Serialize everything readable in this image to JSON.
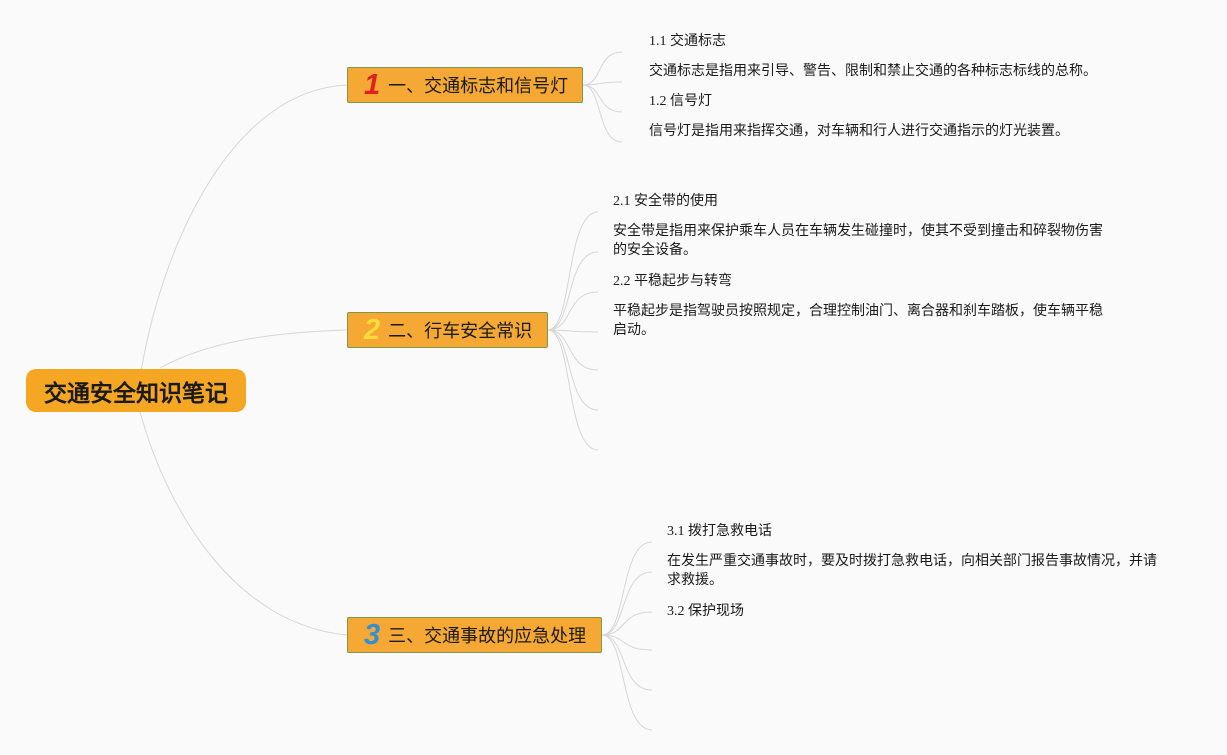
{
  "root": {
    "label": "交通安全知识笔记"
  },
  "branches": [
    {
      "number": "1",
      "number_color": "#e02020",
      "label": "一、交通标志和信号灯",
      "items": [
        "1.1 交通标志",
        "交通标志是指用来引导、警告、限制和禁止交通的各种标志标线的总称。",
        "1.2 信号灯",
        "信号灯是指用来指挥交通，对车辆和行人进行交通指示的灯光装置。"
      ]
    },
    {
      "number": "2",
      "number_color": "#f7dd3a",
      "label": "二、行车安全常识",
      "items": [
        "2.1 安全带的使用",
        "安全带是指用来保护乘车人员在车辆发生碰撞时，使其不受到撞击和碎裂物伤害的安全设备。",
        "2.2 平稳起步与转弯",
        "平稳起步是指驾驶员按照规定，合理控制油门、离合器和刹车踏板，使车辆平稳启动。"
      ]
    },
    {
      "number": "3",
      "number_color": "#2f8fd8",
      "label": "三、交通事故的应急处理",
      "items": [
        "3.1 拨打急救电话",
        "在发生严重交通事故时，要及时拨打急救电话，向相关部门报告事故情况，并请求救援。",
        "3.2 保护现场"
      ]
    }
  ],
  "colors": {
    "root_fill": "#f5a623",
    "branch_fill": "#f5a834",
    "branch_border": "#7a9a48",
    "link": "#d6d6d6"
  }
}
